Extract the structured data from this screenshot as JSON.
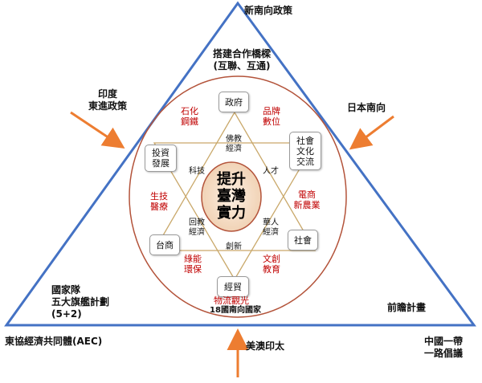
{
  "corners": {
    "top": "新南向政策",
    "bottom_left": "東協經濟共同體(AEC)",
    "bottom_right": "中國一帶\n一路倡議"
  },
  "pressures": {
    "upper_left": "印度\n東進政策",
    "upper_right": "日本南向",
    "bottom": "美澳印太"
  },
  "triangle_labels": {
    "top_inner": "搭建合作橋樑\n(互聯、互通)",
    "left_inner": "國家隊\n五大旗艦計劃\n(5+2)",
    "right_inner": "前瞻計畫"
  },
  "nodes": {
    "government": "政府",
    "social_culture": "社會\n文化\n交流",
    "society": "社會",
    "trade": "經貿",
    "taiwan_business": "台商",
    "investment": "投資\n發展"
  },
  "core": "提升\n臺灣\n實力",
  "hexagram": {
    "buddhist_economy": "佛教\n經濟",
    "talent": "人才",
    "chinese_economy": "華人\n經濟",
    "innovation": "創新",
    "muslim_economy": "回教\n經濟",
    "technology": "科技"
  },
  "industries": {
    "petrochem_steel": "石化\n鋼鐵",
    "brand_digital": "品牌\n數位",
    "ecommerce_agri": "電商\n新農業",
    "culture_edu": "文創\n教育",
    "logistics_tourism": "物流觀光",
    "green_env": "綠能\n環保",
    "biotech_medical": "生技\n醫療"
  },
  "bottom_note": "18國南向國家",
  "colors": {
    "triangle": "#4472c4",
    "arrow": "#ed7d31",
    "hexagram": "#c9a86a",
    "highlight_text": "#c00000",
    "core_circle": "#b3533a",
    "outer_ellipse": "#b3533a"
  }
}
